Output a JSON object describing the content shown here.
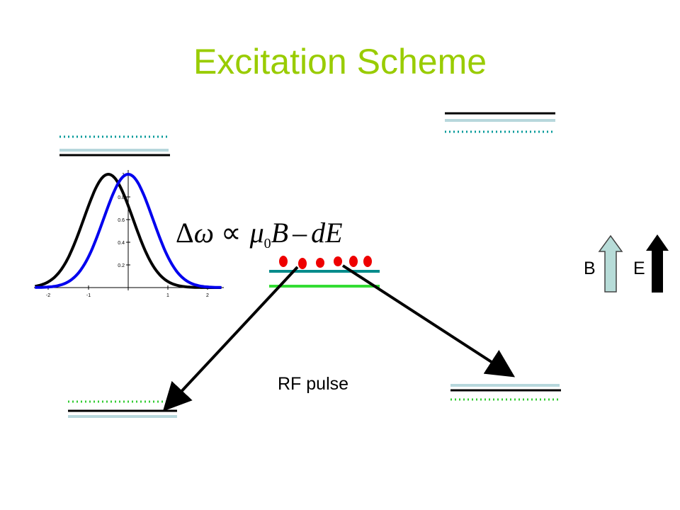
{
  "title": "Excitation Scheme",
  "formula": {
    "delta": "Δ",
    "omega": "ω",
    "propto": "∝",
    "mu": "μ",
    "mu_sub": "0",
    "B": "B",
    "minus": "–",
    "dE": "dE"
  },
  "labels": {
    "rf": "RF pulse",
    "B": "B",
    "E": "E"
  },
  "colors": {
    "title": "#99cc00",
    "teal_dotted": "#009999",
    "green_dotted": "#33cc33",
    "light_blue": "#b7d7dc",
    "black_level": "#000000",
    "teal_level": "#008b8b",
    "green_level": "#33dd33",
    "curve_black": "#000000",
    "curve_blue": "#0000ee",
    "particle": "#ee0000",
    "arrow_B_fill": "#b7dcd8"
  },
  "inset_plot": {
    "x_ticks": [
      "-2",
      "-1",
      "1",
      "2"
    ],
    "y_ticks": [
      "0.2",
      "0.4",
      "0.6",
      "0.8",
      "1"
    ]
  }
}
